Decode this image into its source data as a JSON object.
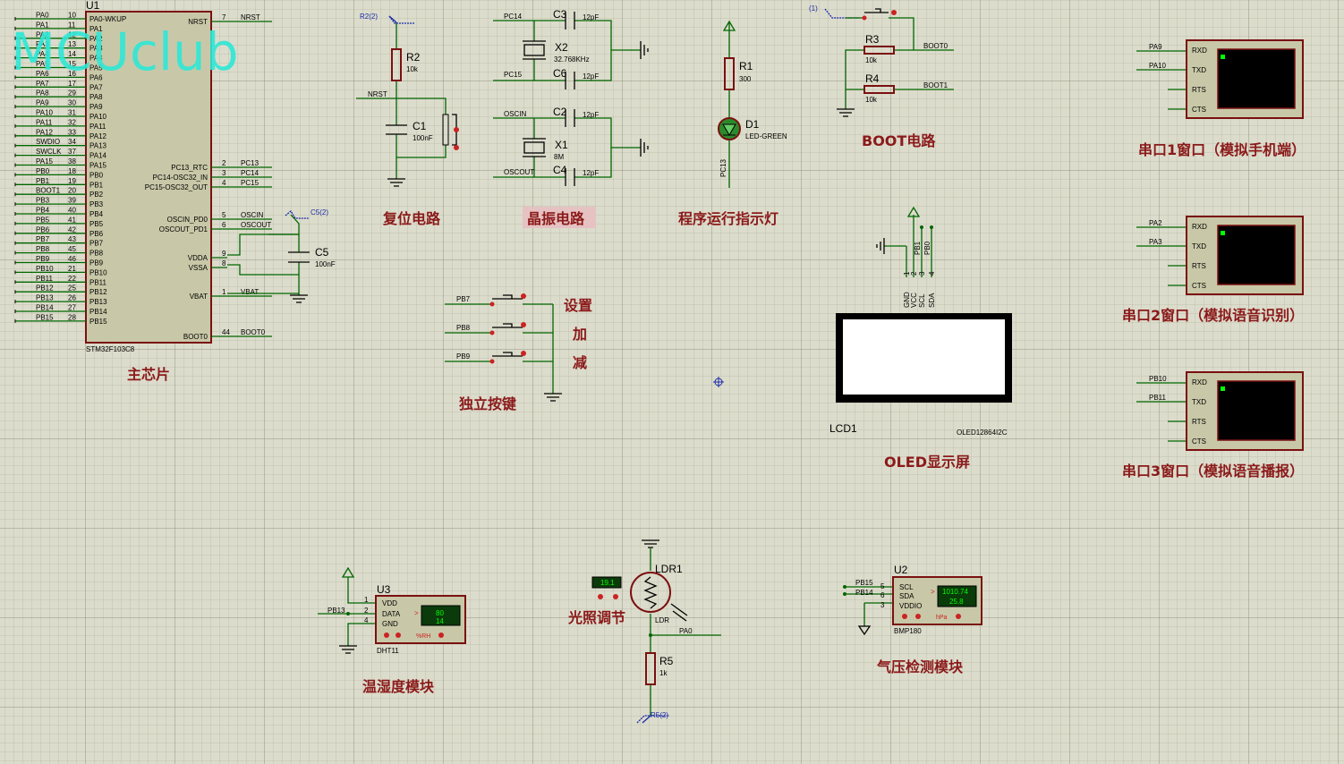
{
  "watermark": "MCUclub",
  "chip": {
    "ref": "U1",
    "part": "STM32F103C8",
    "title": "主芯片",
    "left_pins": [
      {
        "net": "PA0",
        "num": "10",
        "name": "PA0-WKUP"
      },
      {
        "net": "PA1",
        "num": "11",
        "name": "PA1"
      },
      {
        "net": "PA2",
        "num": "12",
        "name": "PA2"
      },
      {
        "net": "PA3",
        "num": "13",
        "name": "PA3"
      },
      {
        "net": "PA4",
        "num": "14",
        "name": "PA4"
      },
      {
        "net": "PA5",
        "num": "15",
        "name": "PA5"
      },
      {
        "net": "PA6",
        "num": "16",
        "name": "PA6"
      },
      {
        "net": "PA7",
        "num": "17",
        "name": "PA7"
      },
      {
        "net": "PA8",
        "num": "29",
        "name": "PA8"
      },
      {
        "net": "PA9",
        "num": "30",
        "name": "PA9"
      },
      {
        "net": "PA10",
        "num": "31",
        "name": "PA10"
      },
      {
        "net": "PA11",
        "num": "32",
        "name": "PA11"
      },
      {
        "net": "PA12",
        "num": "33",
        "name": "PA12"
      },
      {
        "net": "SWDIO",
        "num": "34",
        "name": "PA13"
      },
      {
        "net": "SWCLK",
        "num": "37",
        "name": "PA14"
      },
      {
        "net": "PA15",
        "num": "38",
        "name": "PA15"
      },
      {
        "net": "PB0",
        "num": "18",
        "name": "PB0"
      },
      {
        "net": "PB1",
        "num": "19",
        "name": "PB1"
      },
      {
        "net": "BOOT1",
        "num": "20",
        "name": "PB2"
      },
      {
        "net": "PB3",
        "num": "39",
        "name": "PB3"
      },
      {
        "net": "PB4",
        "num": "40",
        "name": "PB4"
      },
      {
        "net": "PB5",
        "num": "41",
        "name": "PB5"
      },
      {
        "net": "PB6",
        "num": "42",
        "name": "PB6"
      },
      {
        "net": "PB7",
        "num": "43",
        "name": "PB7"
      },
      {
        "net": "PB8",
        "num": "45",
        "name": "PB8"
      },
      {
        "net": "PB9",
        "num": "46",
        "name": "PB9"
      },
      {
        "net": "PB10",
        "num": "21",
        "name": "PB10"
      },
      {
        "net": "PB11",
        "num": "22",
        "name": "PB11"
      },
      {
        "net": "PB12",
        "num": "25",
        "name": "PB12"
      },
      {
        "net": "PB13",
        "num": "26",
        "name": "PB13"
      },
      {
        "net": "PB14",
        "num": "27",
        "name": "PB14"
      },
      {
        "net": "PB15",
        "num": "28",
        "name": "PB15"
      }
    ],
    "right_pins": [
      {
        "net": "NRST",
        "num": "7",
        "name": "NRST"
      },
      {
        "net": "PC13",
        "num": "2",
        "name": "PC13_RTC"
      },
      {
        "net": "PC14",
        "num": "3",
        "name": "PC14-OSC32_IN"
      },
      {
        "net": "PC15",
        "num": "4",
        "name": "PC15-OSC32_OUT"
      },
      {
        "net": "OSCIN",
        "num": "5",
        "name": "OSCIN_PD0"
      },
      {
        "net": "OSCOUT",
        "num": "6",
        "name": "OSCOUT_PD1"
      },
      {
        "net": "",
        "num": "9",
        "name": "VDDA"
      },
      {
        "net": "",
        "num": "8",
        "name": "VSSA"
      },
      {
        "net": "VBAT",
        "num": "1",
        "name": "VBAT"
      },
      {
        "net": "BOOT0",
        "num": "44",
        "name": "BOOT0"
      }
    ],
    "c5": {
      "ref": "C5",
      "value": "100nF",
      "term": "C5(2)"
    }
  },
  "reset": {
    "title": "复位电路",
    "r_ref": "R2",
    "r_val": "10k",
    "c_ref": "C1",
    "c_val": "100nF",
    "net": "NRST",
    "term": "R2(2)"
  },
  "crystal": {
    "title": "晶振电路",
    "x2": {
      "ref": "X2",
      "val": "32.768KHz",
      "net_a": "PC14",
      "net_b": "PC15",
      "ca": "C3",
      "cb": "C6",
      "cv": "12pF"
    },
    "x1": {
      "ref": "X1",
      "val": "8M",
      "net_a": "OSCIN",
      "net_b": "OSCOUT",
      "ca": "C2",
      "cb": "C4",
      "cv": "12pF"
    }
  },
  "led": {
    "title": "程序运行指示灯",
    "r_ref": "R1",
    "r_val": "300",
    "d_ref": "D1",
    "d_val": "LED-GREEN",
    "net": "PC13"
  },
  "boot": {
    "title": "BOOT电路",
    "term": "(1)",
    "r3": "R3",
    "r4": "R4",
    "rv": "10k",
    "n0": "BOOT0",
    "n1": "BOOT1"
  },
  "uarts": [
    {
      "title": "串口1窗口（模拟手机端）",
      "rx_net": "PA9",
      "tx_net": "PA10"
    },
    {
      "title": "串口2窗口（模拟语音识别）",
      "rx_net": "PA2",
      "tx_net": "PA3"
    },
    {
      "title": "串口3窗口（模拟语音播报）",
      "rx_net": "PB10",
      "tx_net": "PB11"
    }
  ],
  "uart_pins": [
    "RXD",
    "TXD",
    "RTS",
    "CTS"
  ],
  "keys": {
    "title": "独立按键",
    "nets": [
      "PB7",
      "PB8",
      "PB9"
    ],
    "labels": [
      "设置",
      "加",
      "减"
    ]
  },
  "oled": {
    "title": "OLED显示屏",
    "ref": "LCD1",
    "part": "OLED12864I2C",
    "pins": [
      "GND",
      "VCC",
      "SCL",
      "SDA"
    ],
    "nums": [
      "1",
      "2",
      "3",
      "4"
    ],
    "nets": [
      "PB1",
      "PB0"
    ]
  },
  "dht": {
    "title": "温湿度模块",
    "ref": "U3",
    "part": "DHT11",
    "net": "PB13",
    "pins": [
      "VDD",
      "DATA",
      "GND"
    ],
    "nums": [
      "1",
      "2",
      "4"
    ],
    "hum": "80",
    "temp": "14",
    "unit": "%RH"
  },
  "ldr": {
    "title": "光照调节",
    "ref": "LDR1",
    "part": "LDR",
    "value": "19.1",
    "net": "PA0",
    "r_ref": "R5",
    "r_val": "1k",
    "term": "R5(2)"
  },
  "bmp": {
    "title": "气压检测模块",
    "ref": "U2",
    "part": "BMP180",
    "pins": [
      "SCL",
      "SDA",
      "VDDIO"
    ],
    "nums": [
      "5",
      "6",
      "3"
    ],
    "nets": [
      "PB15",
      "PB14"
    ],
    "pressure": "1010.74",
    "temp": "25.8",
    "unit": "hPa"
  },
  "colors": {
    "wire": "#006600",
    "body": "#c8c8a8",
    "border": "#7a1010",
    "title": "#8b1a1a",
    "watermark": "#2ee8d6",
    "lcd": "#00ff00"
  }
}
